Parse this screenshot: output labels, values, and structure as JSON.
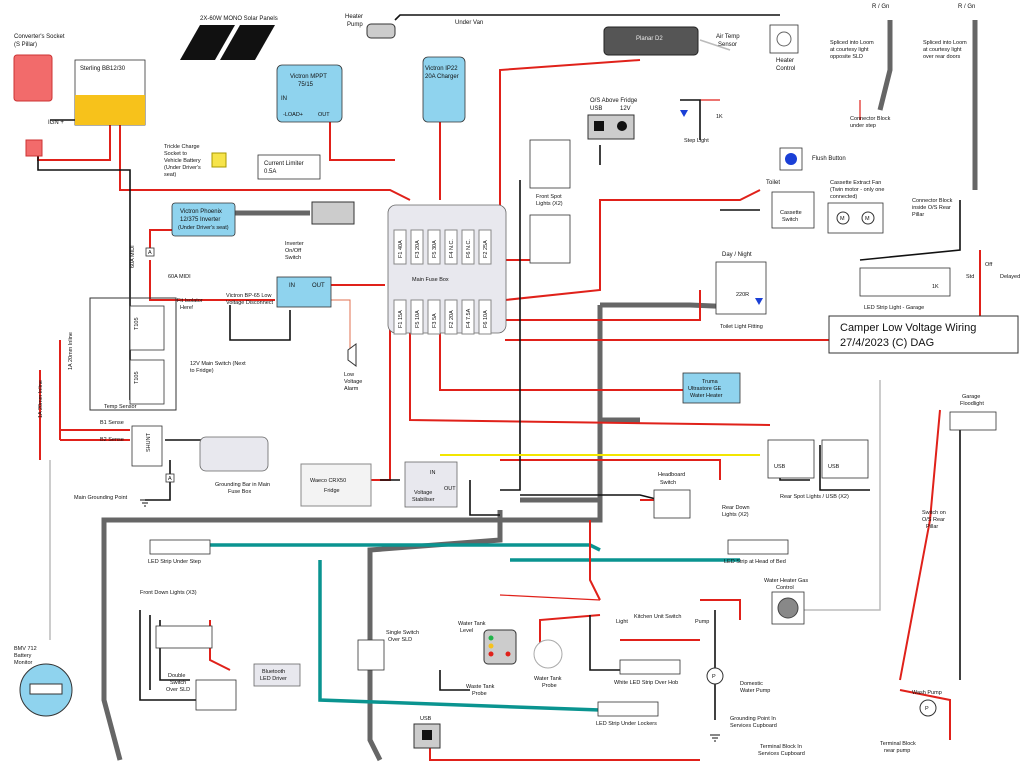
{
  "diagram": {
    "title_line1": "Camper Low Voltage Wiring",
    "title_line2": "27/4/2023 (C) DAG"
  },
  "labels": {
    "converter_socket_1": "Converter's Socket",
    "converter_socket_2": "(S Pillar)",
    "sterling": "Sterling BB12/30",
    "ign": "IGN +",
    "solar": "2X-60W MONO Solar Panels",
    "mppt_1": "Victron MPPT",
    "mppt_2": "75/15",
    "mppt_in": "IN",
    "mppt_load": "-LOAD+",
    "mppt_out": "OUT",
    "ip22_1": "Victron IP22",
    "ip22_2": "20A Charger",
    "heater_pump_1": "Heater",
    "heater_pump_2": "Pump",
    "under_van": "Under Van",
    "planar": "Planar D2",
    "air_temp_1": "Air Temp",
    "air_temp_2": "Sensor",
    "heater_control_1": "Heater",
    "heater_control_2": "Control",
    "rgn_1": "R / Gn",
    "rgn_2": "R / Gn",
    "spliced_1a": "Spliced into Loom",
    "spliced_1b": "at courtesy light",
    "spliced_1c": "opposite SLD",
    "spliced_2a": "Spliced into Loom",
    "spliced_2b": "at courtesy light",
    "spliced_2c": "over rear doors",
    "connector_step_1": "Connector Block",
    "connector_step_2": "under step",
    "step_light": "Step Light",
    "res_1k_a": "1K",
    "fridge_usb_1": "O/S Above Fridge",
    "fridge_usb_2": "USB",
    "fridge_usb_3": "12V",
    "trickle_1": "Trickle Charge",
    "trickle_2": "Socket to",
    "trickle_3": "Vehicle Battery",
    "trickle_4": "(Under Driver's",
    "trickle_5": "seat)",
    "current_limiter_1": "Current Limiter",
    "current_limiter_2": "0.5A",
    "flush_button": "Flush Button",
    "toilet": "Toilet",
    "cassette_fan_1": "Cassette Extract Fan",
    "cassette_fan_2": "(Twin motor - only one",
    "cassette_fan_3": "connected)",
    "cassette_switch_1": "Cassette",
    "cassette_switch_2": "Switch",
    "connector_rear_1": "Connector Block",
    "connector_rear_2": "inside O/S Rear",
    "connector_rear_3": "Pillar",
    "inverter_1": "Victron Phoenix",
    "inverter_2": "12/375 Inverter",
    "inverter_3": "(Under Driver's seat)",
    "inverter_onoff_1": "Inverter",
    "inverter_onoff_2": "On/Off",
    "inverter_onoff_3": "Switch",
    "front_spot_1": "Front Spot",
    "front_spot_2": "Lights (X2)",
    "main_fuse_box": "Main Fuse Box",
    "fuse_top": [
      "F1 40A",
      "F3 20A",
      "F5 30A",
      "F4 N.C.",
      "F6 N.C.",
      "F2 25A"
    ],
    "fuse_bottom": [
      "F1 15A",
      "F5 10A",
      "F3 5A",
      "F2 20A",
      "F4 7.5A",
      "F6 10A"
    ],
    "day_night": "Day / Night",
    "res_220r": "220R",
    "toilet_light": "Toilet Light Fitting",
    "midi_60a_1": "60A MIDI",
    "midi_60a_2": "60A MIDI",
    "fit_isolator_1": "Fit Isolator",
    "fit_isolator_2": "Here!",
    "bp65_1": "Victron BP-65 Low",
    "bp65_2": "Voltage Disconnect",
    "bp65_in": "IN",
    "bp65_out": "OUT",
    "main_switch_1": "12V Main Switch (Next",
    "main_switch_2": "to Fridge)",
    "lv_alarm_1": "Low",
    "lv_alarm_2": "Voltage",
    "lv_alarm_3": "Alarm",
    "led_garage": "LED Strip Light - Garage",
    "res_1k_b": "1K",
    "std": "Std",
    "off": "Off",
    "delayed": "Delayed",
    "truma_1": "Truma",
    "truma_2": "Ultrastore GE",
    "truma_3": "Water Heater",
    "inline_1a_1": "1A 20mm Inline",
    "inline_1a_2": "1A 20mm Inline",
    "t105_1": "T105",
    "t105_2": "T105",
    "temp_sensor": "Temp Sensor",
    "b1_sense": "B1 Sense",
    "b2_sense": "B2 Sense",
    "shunt": "SHUNT",
    "main_ground": "Main Grounding Point",
    "ground_bar_1": "Grounding Bar in Main",
    "ground_bar_2": "Fuse Box",
    "waeco_1": "Waeco CRX50",
    "waeco_2": "Fridge",
    "stab_in": "IN",
    "stab_out": "OUT",
    "stab_1": "Voltage",
    "stab_2": "Stabiliser",
    "headboard_1": "Headboard",
    "headboard_2": "Switch",
    "rear_down_1": "Rear Down",
    "rear_down_2": "Lights (X2)",
    "usb_a": "USB",
    "usb_b": "USB",
    "rear_spot": "Rear Spot Lights / USB  (X2)",
    "garage_flood_1": "Garage",
    "garage_flood_2": "Floodlight",
    "led_under_step": "LED Strip Under Step",
    "led_head_bed": "LED Strip at Head of Bed",
    "water_heater_gas_1": "Water Heater Gas",
    "water_heater_gas_2": "Control",
    "switch_os_1": "Switch on",
    "switch_os_2": "O/S Rear",
    "switch_os_3": "Pillar",
    "front_down": "Front Down Lights (X3)",
    "single_switch_1": "Single Switch",
    "single_switch_2": "Over SLD",
    "water_tank_level_1": "Water Tank",
    "water_tank_level_2": "Level",
    "light": "Light",
    "kitchen_switch": "Kitchen Unit Switch",
    "pump": "Pump",
    "waste_probe_1": "Waste Tank",
    "waste_probe_2": "Probe",
    "water_probe_1": "Water Tank",
    "water_probe_2": "Probe",
    "white_led_hob": "White LED Strip Over Hob",
    "domestic_pump_1": "Domestic",
    "domestic_pump_2": "Water Pump",
    "bmv_1": "BMV 712",
    "bmv_2": "Battery",
    "bmv_3": "Monitor",
    "double_switch_1": "Double",
    "double_switch_2": "Switch",
    "double_switch_3": "Over SLD",
    "bt_driver_1": "Bluetooth",
    "bt_driver_2": "LED Driver",
    "led_lockers": "LED Strip Under Lockers",
    "ground_services_1": "Grounding Point In",
    "ground_services_2": "Services Cupboard",
    "wash_pump": "Wash Pump",
    "terminal_pump_1": "Terminal Block",
    "terminal_pump_2": "near pump",
    "usb_c": "USB",
    "terminal_services_1": "Terminal Block In",
    "terminal_services_2": "Services Cupboard",
    "amp_a": "A",
    "amp_b": "A",
    "amp_c": "A",
    "m1": "M",
    "m2": "M",
    "p1": "P",
    "p2": "P"
  },
  "colors": {
    "wire_red": "#e0211a",
    "wire_black": "#111111",
    "wire_grey": "#666666",
    "wire_teal": "#0a9490",
    "wire_yellow": "#f2e600",
    "component_blue": "#8fd3ee",
    "battery_yellow": "#f7c21b",
    "led_blue": "#1a3fd6"
  }
}
